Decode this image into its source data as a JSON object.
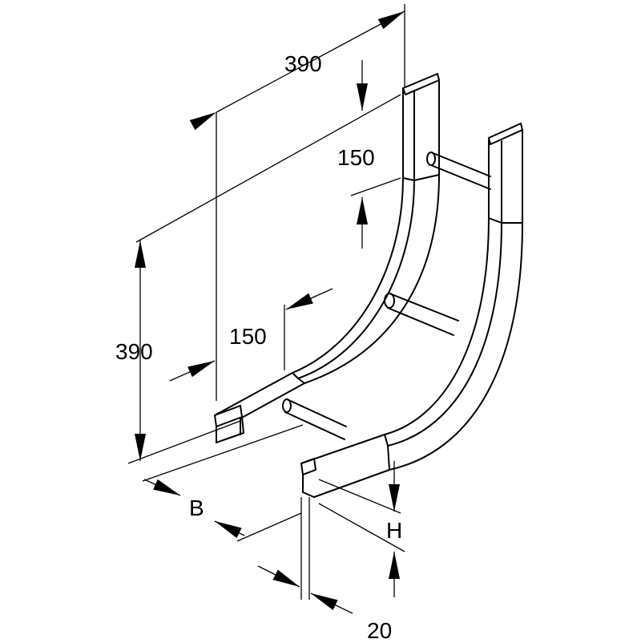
{
  "dimensions": {
    "top_length": "390",
    "top_straight": "150",
    "side_straight": "150",
    "side_length": "390",
    "width": "B",
    "height": "H",
    "thickness": "20"
  },
  "colors": {
    "line": "#000000",
    "background": "#ffffff"
  }
}
